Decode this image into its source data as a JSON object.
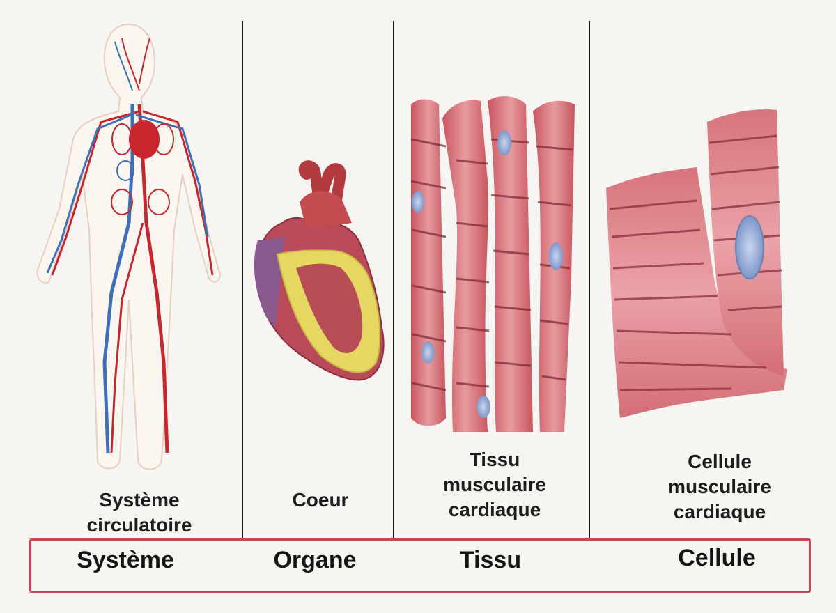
{
  "panels": [
    {
      "caption_lines": [
        "Système",
        "circulatoire"
      ],
      "level": "Système"
    },
    {
      "caption_lines": [
        "Coeur"
      ],
      "level": "Organe"
    },
    {
      "caption_lines": [
        "Tissu",
        "musculaire",
        "cardiaque"
      ],
      "level": "Tissu"
    },
    {
      "caption_lines": [
        "Cellule",
        "musculaire",
        "cardiaque"
      ],
      "level": "Cellule"
    }
  ],
  "colors": {
    "artery": "#c8262e",
    "vein": "#3f6fb5",
    "muscle": "#d9737b",
    "fat": "#e8d86b",
    "frame": "#cf4355"
  }
}
